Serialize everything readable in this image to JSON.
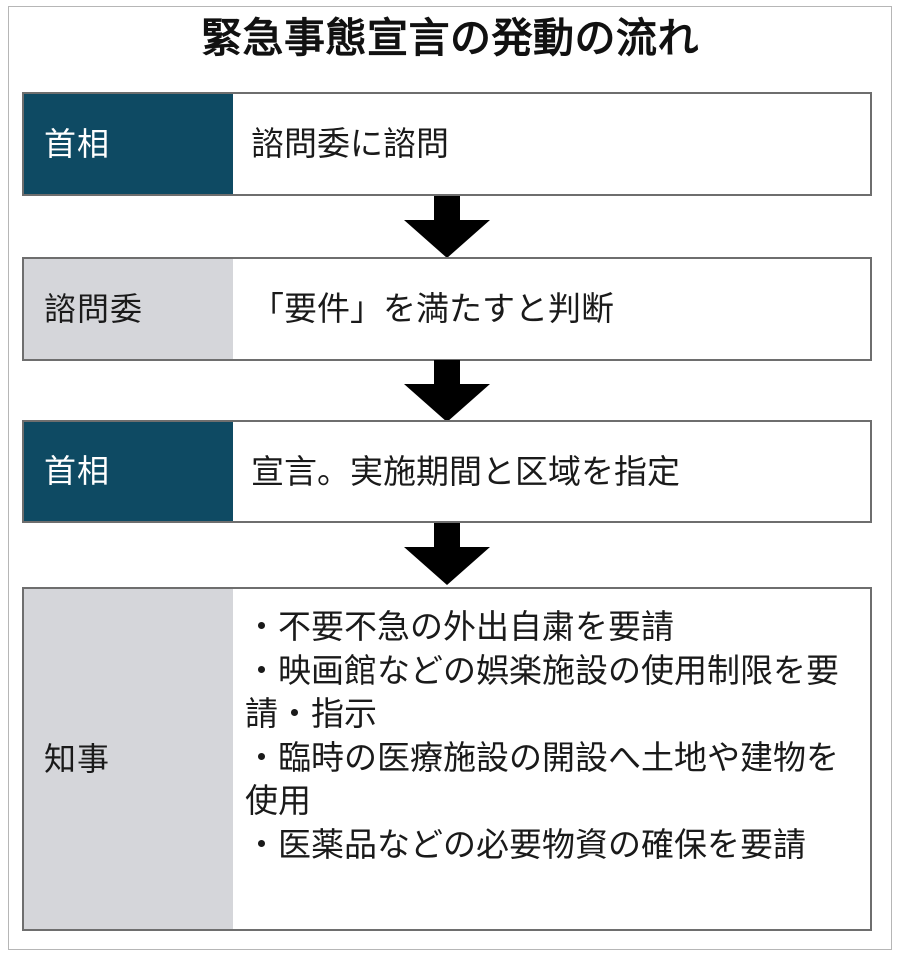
{
  "title": "緊急事態宣言の発動の流れ",
  "colors": {
    "accent_teal": "#0e4a63",
    "label_gray": "#d5d6da",
    "border": "#6e6e6e",
    "frame": "#b6b6b6",
    "text": "#1a1a1a",
    "arrow": "#000000"
  },
  "chart_data": {
    "type": "diagram",
    "title": "緊急事態宣言の発動の流れ",
    "orientation": "vertical-top-to-bottom",
    "connector": "solid-black-down-arrow",
    "steps": [
      {
        "index": 1,
        "actor": "首相",
        "actor_style": "teal",
        "text": "諮問委に諮問",
        "bullets": []
      },
      {
        "index": 2,
        "actor": "諮問委",
        "actor_style": "gray",
        "text": "「要件」を満たすと判断",
        "bullets": []
      },
      {
        "index": 3,
        "actor": "首相",
        "actor_style": "teal",
        "text": "宣言。実施期間と区域を指定",
        "bullets": []
      },
      {
        "index": 4,
        "actor": "知事",
        "actor_style": "gray",
        "text": "",
        "bullets": [
          "不要不急の外出自粛を要請",
          "映画館などの娯楽施設の使用制限を要請・指示",
          "臨時の医療施設の開設へ土地や建物を使用",
          "医薬品などの必要物資の確保を要請"
        ]
      }
    ],
    "arrows": [
      {
        "from": 1,
        "to": 2
      },
      {
        "from": 2,
        "to": 3
      },
      {
        "from": 3,
        "to": 4
      }
    ]
  }
}
